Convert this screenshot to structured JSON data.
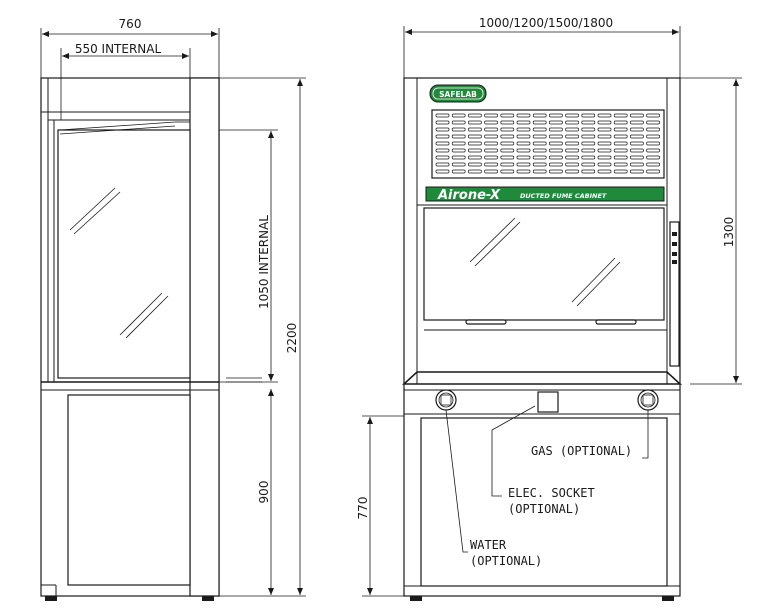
{
  "colors": {
    "brand_green": "#1f8a3a",
    "line": "#1a1a1a",
    "background": "#ffffff"
  },
  "side_view": {
    "overall_width": "760",
    "internal_width": "550 INTERNAL",
    "internal_height": "1050 INTERNAL",
    "overall_height": "2200",
    "base_height": "900"
  },
  "front_view": {
    "width_options": "1000/1200/1500/1800",
    "upper_height": "1300",
    "worktop_height": "770",
    "logo_text": "SAFELAB",
    "product_name": "Airone-X",
    "product_subtitle": "DUCTED FUME CABINET"
  },
  "annotations": {
    "gas": "GAS (OPTIONAL)",
    "socket_line1": "ELEC.  SOCKET",
    "socket_line2": "(OPTIONAL)",
    "water_line1": "WATER",
    "water_line2": "(OPTIONAL)"
  }
}
